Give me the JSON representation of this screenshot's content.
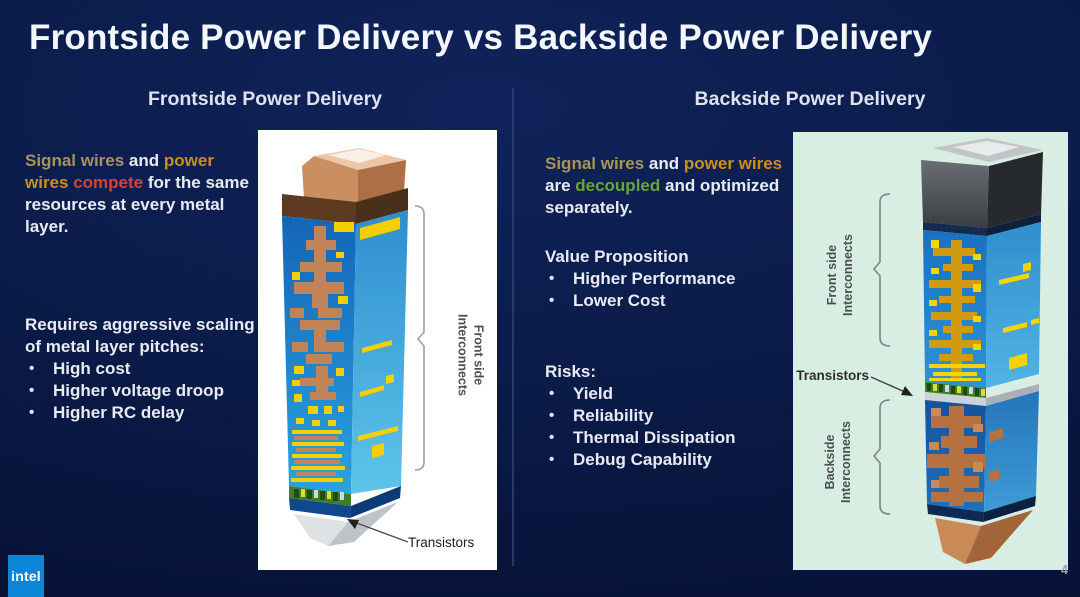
{
  "slide": {
    "title": "Frontside Power Delivery vs Backside Power Delivery",
    "page_number": "4",
    "logo_text": "intel"
  },
  "colors": {
    "background_navy": "#0B1C4A",
    "signal_wires_gold": "#A89455",
    "power_wires_orange": "#CE8E15",
    "compete_red": "#D8423A",
    "decoupled_green": "#6AA23C",
    "body_text_white": "#E8EBF2",
    "left_panel_background": "#FFFFFF",
    "right_panel_background": "#D9EEE3",
    "logo_blue": "#0D86D8"
  },
  "left_section": {
    "heading": "Frontside Power Delivery",
    "intro_segments": [
      "Signal wires",
      " and ",
      "power wires",
      " compete ",
      "for the same resources at every metal layer."
    ],
    "scaling": {
      "lead": "Requires aggressive scaling of metal layer pitches:",
      "bullets": [
        "High cost",
        "Higher voltage droop",
        "Higher RC delay"
      ]
    },
    "figure": {
      "front_side_label_line1": "Front side",
      "front_side_label_line2": "Interconnects",
      "transistors_label": "Transistors"
    }
  },
  "right_section": {
    "heading": "Backside Power Delivery",
    "intro_segments": [
      "Signal wires",
      " and ",
      "power wires",
      " are ",
      "decoupled",
      " and optimized separately."
    ],
    "value_proposition": {
      "title": "Value Proposition",
      "bullets": [
        "Higher Performance",
        "Lower Cost"
      ]
    },
    "risks": {
      "title": "Risks:",
      "bullets": [
        "Yield",
        "Reliability",
        "Thermal Dissipation",
        "Debug Capability"
      ]
    },
    "figure": {
      "front_side_label_line1": "Front side",
      "front_side_label_line2": "Interconnects",
      "transistors_label": "Transistors",
      "backside_label_line1": "Backside",
      "backside_label_line2": "Interconnects"
    }
  }
}
